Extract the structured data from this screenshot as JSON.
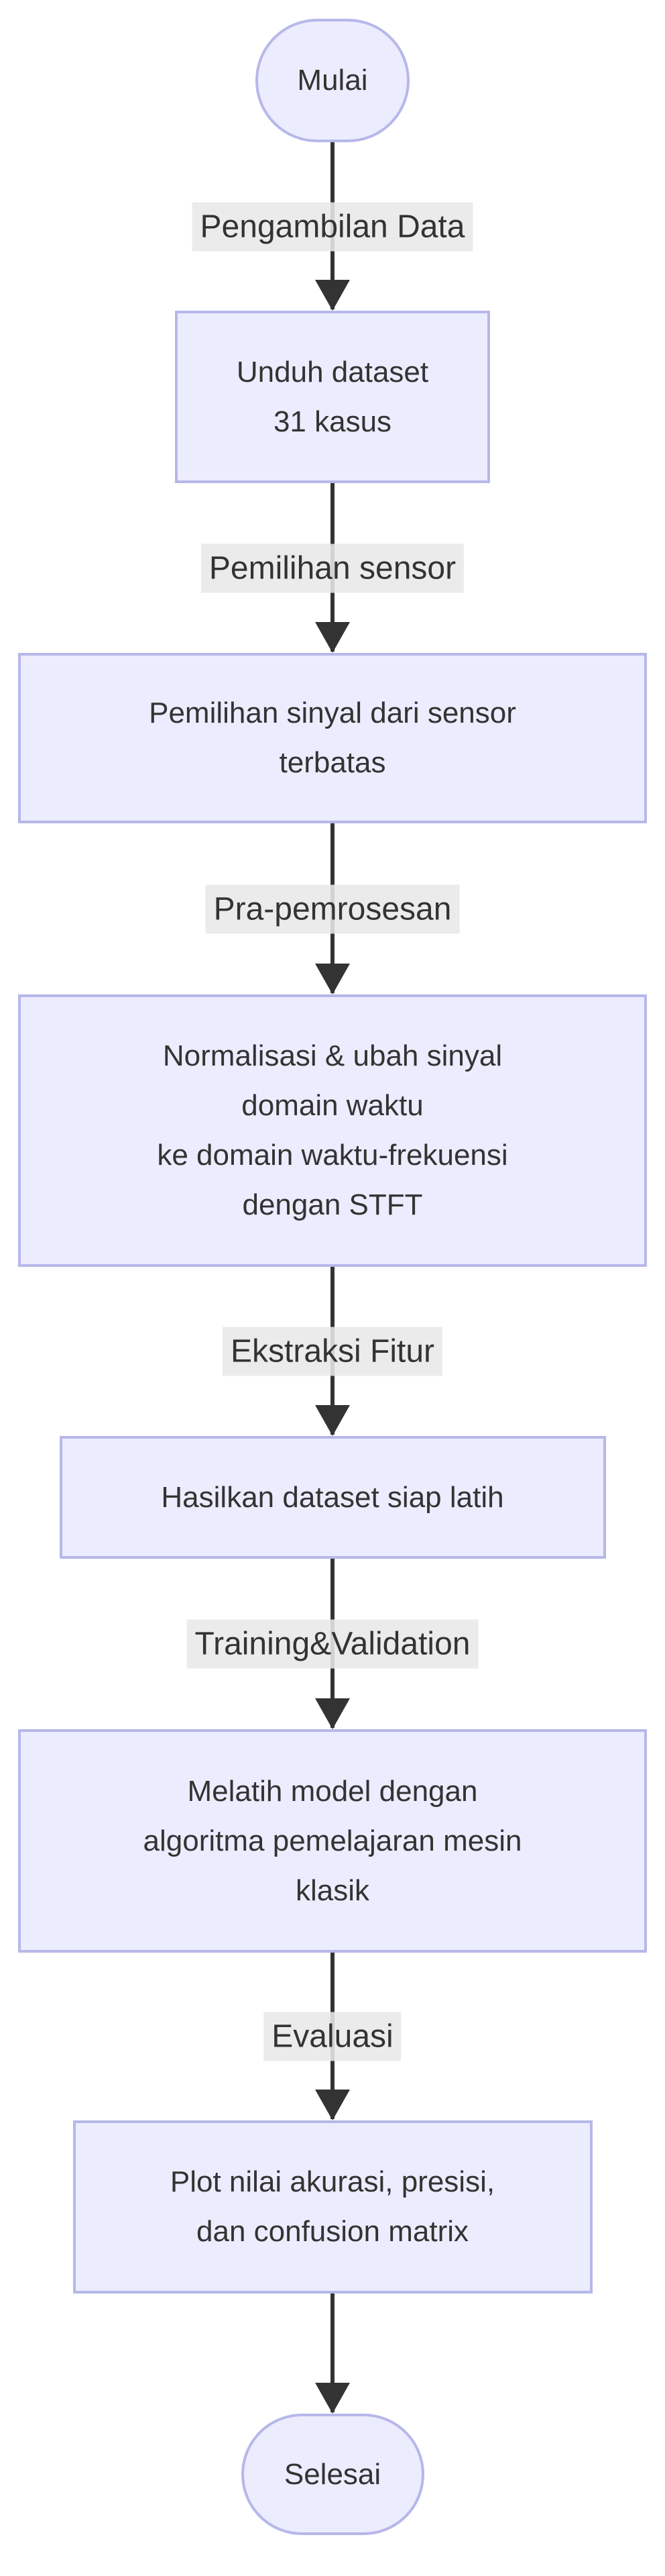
{
  "diagram": {
    "type": "flowchart-top-down",
    "colors": {
      "background": "#ffffff",
      "node_fill": "#ECECFF",
      "node_border": "#b6b7e9",
      "node_text": "#333333",
      "edge": "#333333",
      "edge_label_bg": "#e8e8e8"
    },
    "nodes": [
      {
        "id": "start",
        "shape": "stadium",
        "label": "Mulai"
      },
      {
        "id": "download",
        "shape": "process",
        "lines": [
          "Unduh dataset",
          "31 kasus"
        ]
      },
      {
        "id": "sensor",
        "shape": "process",
        "lines": [
          "Pemilihan sinyal dari sensor",
          "terbatas"
        ]
      },
      {
        "id": "stft",
        "shape": "process",
        "lines": [
          "Normalisasi & ubah sinyal",
          "domain waktu",
          "ke domain waktu-frekuensi",
          "dengan STFT"
        ]
      },
      {
        "id": "ready",
        "shape": "process",
        "lines": [
          "Hasilkan dataset siap latih"
        ]
      },
      {
        "id": "train",
        "shape": "process",
        "lines": [
          "Melatih model dengan",
          "algoritma pemelajaran mesin",
          "klasik"
        ]
      },
      {
        "id": "plot",
        "shape": "process",
        "lines": [
          "Plot nilai akurasi, presisi,",
          "dan confusion matrix"
        ]
      },
      {
        "id": "end",
        "shape": "stadium",
        "label": "Selesai"
      }
    ],
    "edges": [
      {
        "from": "start",
        "to": "download",
        "label": "Pengambilan Data"
      },
      {
        "from": "download",
        "to": "sensor",
        "label": "Pemilihan sensor"
      },
      {
        "from": "sensor",
        "to": "stft",
        "label": "Pra-pemrosesan"
      },
      {
        "from": "stft",
        "to": "ready",
        "label": "Ekstraksi Fitur"
      },
      {
        "from": "ready",
        "to": "train",
        "label": "Training&Validation"
      },
      {
        "from": "train",
        "to": "plot",
        "label": "Evaluasi"
      },
      {
        "from": "plot",
        "to": "end",
        "label": ""
      }
    ]
  }
}
